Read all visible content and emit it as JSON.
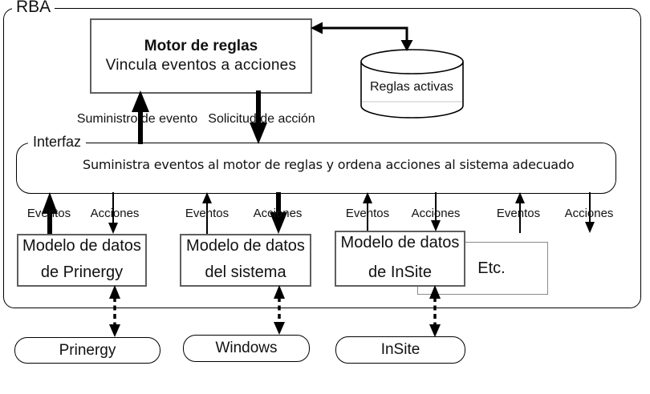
{
  "diagram": {
    "container_label": "RBA",
    "rules_engine": {
      "title": "Motor de reglas",
      "subtitle": "Vincula eventos a acciones"
    },
    "active_rules_label": "Reglas activas",
    "event_supply_label": "Suministro de evento",
    "action_request_label": "Solicitud de acción",
    "interface": {
      "label": "Interfaz",
      "description": "Suministra eventos al motor de reglas y ordena acciones al sistema adecuado"
    },
    "channels": [
      {
        "events": "Eventos",
        "actions": "Acciones"
      },
      {
        "events": "Eventos",
        "actions": "Acciones"
      },
      {
        "events": "Eventos",
        "actions": "Acciones"
      },
      {
        "events": "Eventos",
        "actions": "Acciones"
      }
    ],
    "data_models": [
      {
        "line1": "Modelo de datos",
        "line2": "de Prinergy"
      },
      {
        "line1": "Modelo de datos",
        "line2": "del sistema"
      },
      {
        "line1": "Modelo de datos",
        "line2": "de InSite"
      }
    ],
    "etc_label": "Etc.",
    "systems": [
      {
        "name": "Prinergy"
      },
      {
        "name": "Windows"
      },
      {
        "name": "InSite"
      }
    ]
  }
}
